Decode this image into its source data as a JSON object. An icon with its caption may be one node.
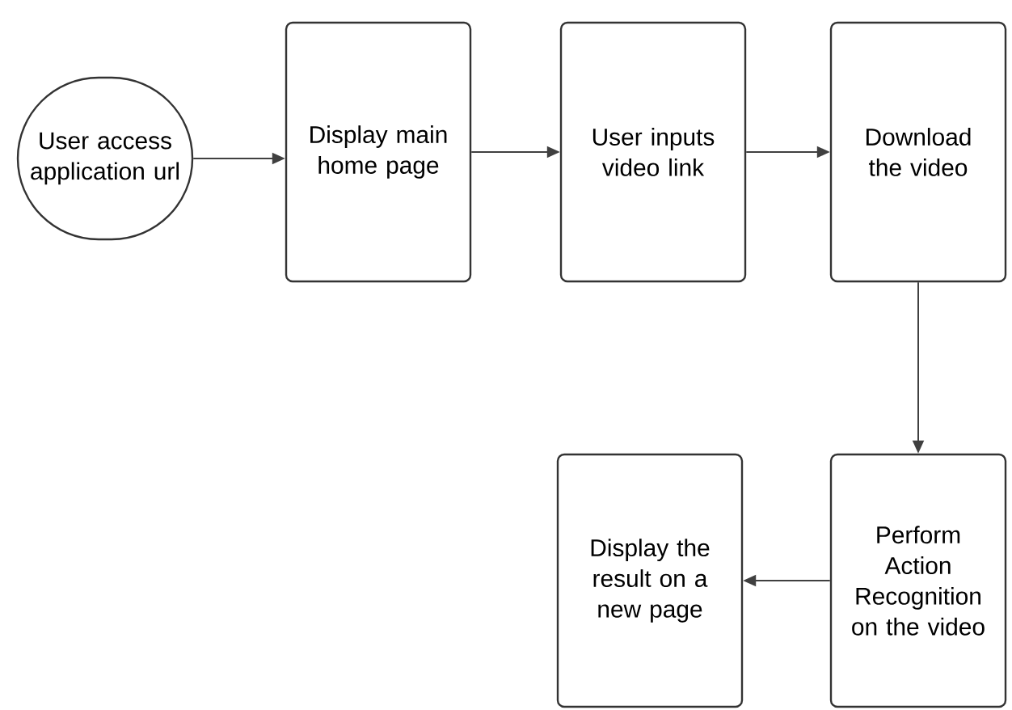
{
  "diagram": {
    "nodes": [
      {
        "text": [
          "User access application url"
        ]
      },
      {
        "text": [
          "Display main home page"
        ]
      },
      {
        "text": [
          "User inputs video link"
        ]
      },
      {
        "text": [
          "Download the video"
        ]
      },
      {
        "text": [
          "Perform Action Recognition on the video"
        ]
      },
      {
        "text": [
          "Display the result on a new page"
        ]
      }
    ],
    "edges": [
      {
        "from": 0,
        "to": 1,
        "arrow": "to"
      },
      {
        "from": 1,
        "to": 2,
        "arrow": "to"
      },
      {
        "from": 2,
        "to": 3,
        "arrow": "to"
      },
      {
        "from": 3,
        "to": 4,
        "arrow": "to"
      },
      {
        "from": 4,
        "to": 5,
        "arrow": "to"
      }
    ]
  }
}
